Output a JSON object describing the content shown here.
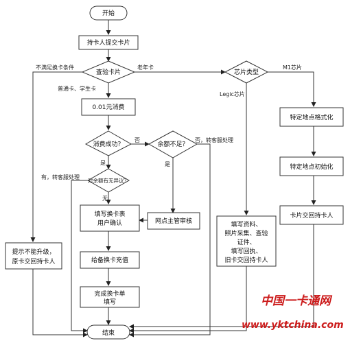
{
  "nodes": {
    "start": "开始",
    "submit": "持卡人提交卡片",
    "check": "查验卡片",
    "chip_type": "芯片类型",
    "consume": "0.01元消费",
    "consume_ok": "消费成功？",
    "balance_short": "余额不足？",
    "remaining_doubt": "对余额有无异议？",
    "fill_form": [
      "填写换卡表",
      "用户确认"
    ],
    "recharge": "给备换卡充值",
    "complete": [
      "完成换卡单",
      "填写"
    ],
    "end": "结束",
    "no_upgrade": [
      "提示不能升级，",
      "原卡交回持卡人"
    ],
    "outlet_review": "网点主管审核",
    "legic_steps": [
      "填写资料、",
      "照片采集、查验",
      "证件、",
      "填写回执、",
      "旧卡交回持卡人"
    ],
    "format": "特定地点格式化",
    "init": "特定地点初始化",
    "return_card": "卡片交回持卡人"
  },
  "edges": {
    "not_meet": "不满足换卡条件",
    "senior": "老年卡",
    "m1": "M1芯片",
    "legic": "Legic芯片",
    "normal_student": "普通卡、学生卡",
    "no1": "否",
    "no_transfer": "否，转客服处理",
    "yes1": "是",
    "yes2": "是",
    "yes_transfer": "有，转客服处理",
    "none": "无"
  },
  "watermark": {
    "line1": "中国一卡通网",
    "line2": "www.yktchina.com"
  }
}
